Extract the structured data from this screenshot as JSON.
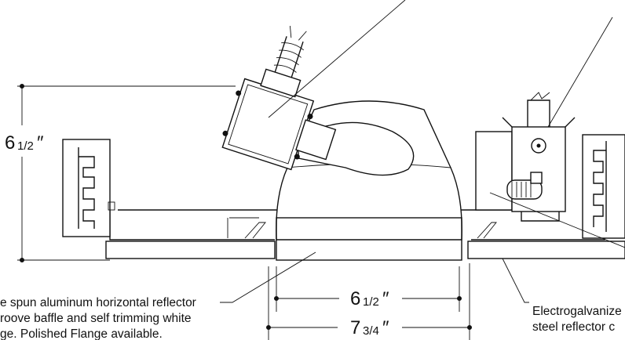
{
  "dimensions": {
    "height": {
      "whole": "6",
      "frac": "1/2",
      "mark": "″"
    },
    "aperture": {
      "whole": "6",
      "frac": "1/2",
      "mark": "″"
    },
    "overall": {
      "whole": "7",
      "frac": "3/4",
      "mark": "″"
    }
  },
  "callouts": {
    "reflector_line1": "e spun aluminum horizontal reflector",
    "reflector_line2": "roove baffle and self trimming white",
    "reflector_line3": "ge. Polished Flange available.",
    "housing_line1": "Electrogalvanize",
    "housing_line2": "steel reflector c"
  }
}
